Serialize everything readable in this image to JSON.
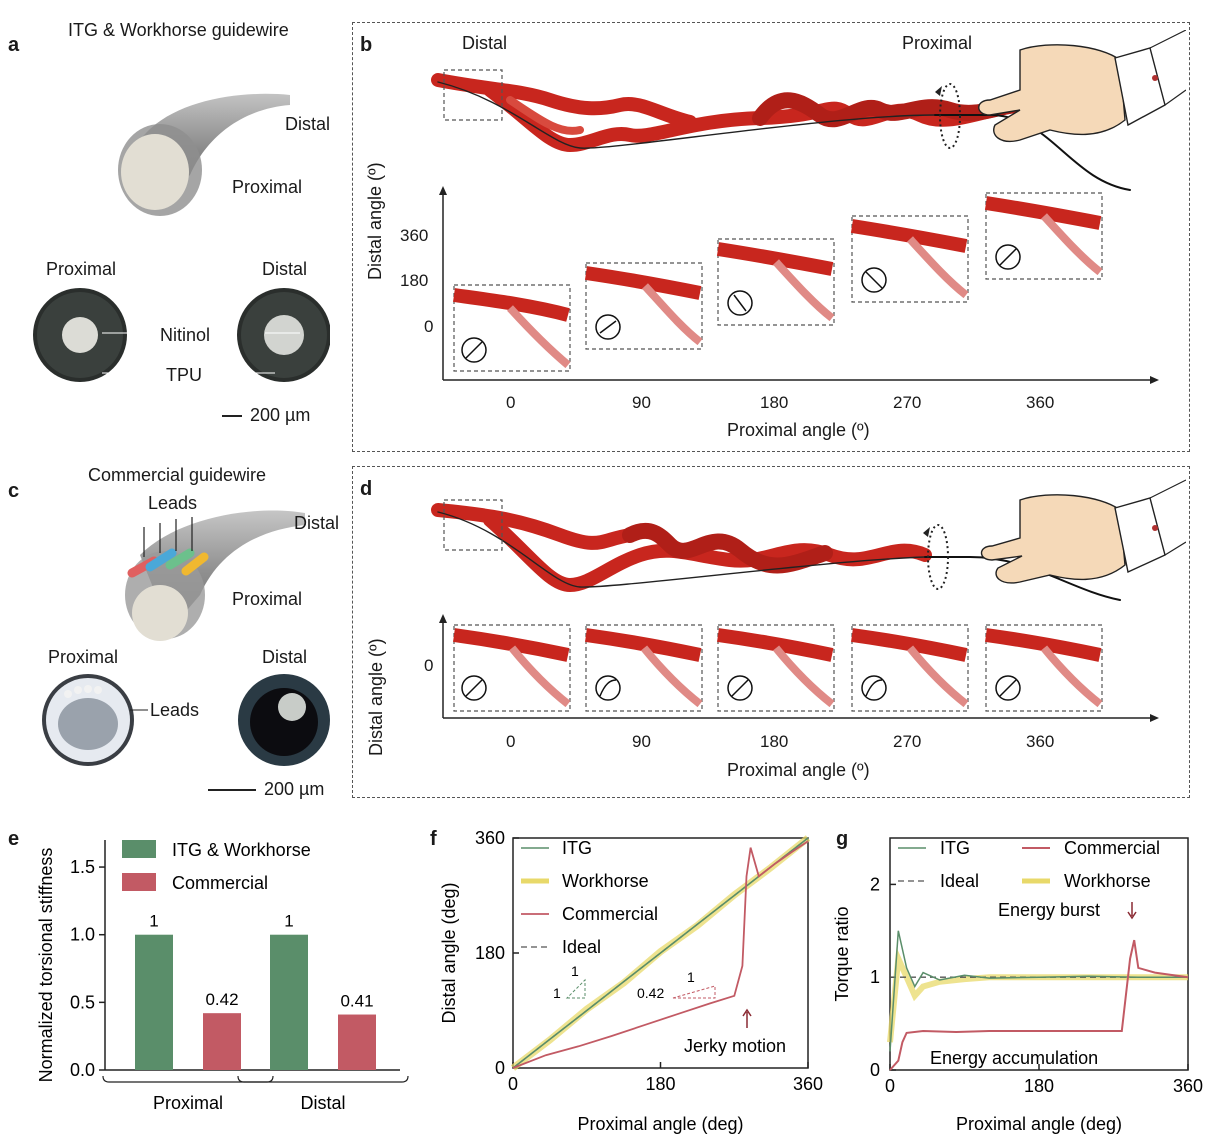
{
  "panel_a": {
    "letter": "a",
    "title": "ITG & Workhorse guidewire",
    "label_distal": "Distal",
    "label_proximal": "Proximal",
    "cross_proximal": "Proximal",
    "cross_distal": "Distal",
    "nitinol": "Nitinol",
    "tpu": "TPU",
    "scale": "200 µm"
  },
  "panel_b": {
    "letter": "b",
    "distal": "Distal",
    "proximal": "Proximal",
    "ylabel": "Distal angle (º)",
    "xlabel": "Proximal angle (º)",
    "yticks": [
      "360",
      "180",
      "0"
    ],
    "xticks": [
      "0",
      "90",
      "180",
      "270",
      "360"
    ]
  },
  "panel_c": {
    "letter": "c",
    "title": "Commercial guidewire",
    "leads": "Leads",
    "label_distal": "Distal",
    "label_proximal": "Proximal",
    "cross_proximal": "Proximal",
    "cross_distal": "Distal",
    "leads2": "Leads",
    "scale": "200 µm"
  },
  "panel_d": {
    "letter": "d",
    "ylabel": "Distal angle (º)",
    "xlabel": "Proximal angle (º)",
    "yticks": [
      "0"
    ],
    "xticks": [
      "0",
      "90",
      "180",
      "270",
      "360"
    ]
  },
  "panel_e": {
    "letter": "e"
  },
  "panel_f": {
    "letter": "f",
    "slope1_top": "1",
    "slope1_side": "1",
    "slope2_top": "1",
    "slope2_side": "0.42",
    "annotation": "Jerky motion"
  },
  "panel_g": {
    "letter": "g",
    "annotation_burst": "Energy burst",
    "annotation_accum": "Energy accumulation"
  },
  "colors": {
    "itg": "#5a8e6a",
    "commercial": "#c25a64",
    "workhorse": "#e8d96a",
    "vessel": "#c8261e"
  },
  "chart_data": [
    {
      "type": "bar",
      "ylabel": "Normalized torsional stiffness",
      "categories": [
        "Proximal",
        "Distal"
      ],
      "series": [
        {
          "name": "ITG & Workhorse",
          "values": [
            1,
            1
          ]
        },
        {
          "name": "Commercial",
          "values": [
            0.42,
            0.41
          ]
        }
      ],
      "data_labels": [
        "1",
        "0.42",
        "1",
        "0.41"
      ],
      "yticks": [
        "0.0",
        "0.5",
        "1.0",
        "1.5"
      ],
      "ylim": [
        0,
        1.7
      ],
      "legend": "top-left"
    },
    {
      "type": "line",
      "xlabel": "Proximal angle (deg)",
      "ylabel": "Distal angle (deg)",
      "xticks": [
        "0",
        "180",
        "360"
      ],
      "yticks": [
        "0",
        "180",
        "360"
      ],
      "xlim": [
        0,
        360
      ],
      "ylim": [
        0,
        360
      ],
      "legend": "top-left",
      "series": [
        {
          "name": "ITG",
          "x": [
            0,
            45,
            90,
            135,
            180,
            225,
            270,
            315,
            360
          ],
          "y": [
            0,
            45,
            90,
            135,
            180,
            225,
            270,
            315,
            360
          ]
        },
        {
          "name": "Workhorse",
          "x": [
            0,
            45,
            90,
            135,
            180,
            225,
            270,
            315,
            360
          ],
          "y": [
            0,
            44,
            92,
            133,
            182,
            223,
            271,
            314,
            360
          ]
        },
        {
          "name": "Commercial",
          "x": [
            0,
            40,
            80,
            120,
            160,
            200,
            240,
            270,
            280,
            285,
            290,
            300,
            320,
            340,
            360
          ],
          "y": [
            0,
            20,
            34,
            50,
            67,
            84,
            101,
            113,
            160,
            300,
            345,
            300,
            320,
            338,
            355
          ]
        },
        {
          "name": "Ideal",
          "x": [
            0,
            360
          ],
          "y": [
            0,
            360
          ]
        }
      ]
    },
    {
      "type": "line",
      "xlabel": "Proximal angle (deg)",
      "ylabel": "Torque ratio",
      "xticks": [
        "0",
        "180",
        "360"
      ],
      "yticks": [
        "0",
        "1",
        "2"
      ],
      "xlim": [
        0,
        360
      ],
      "ylim": [
        0,
        2.5
      ],
      "legend": "top",
      "series": [
        {
          "name": "ITG",
          "x": [
            0,
            10,
            20,
            30,
            40,
            60,
            90,
            120,
            180,
            240,
            300,
            360
          ],
          "y": [
            0.2,
            1.5,
            1.1,
            0.9,
            1.05,
            0.97,
            1.02,
            0.99,
            1.0,
            1.01,
            1.0,
            1.0
          ]
        },
        {
          "name": "Commercial",
          "x": [
            0,
            10,
            15,
            20,
            40,
            80,
            120,
            180,
            240,
            280,
            290,
            295,
            300,
            320,
            360
          ],
          "y": [
            0,
            0.1,
            0.3,
            0.4,
            0.42,
            0.41,
            0.42,
            0.42,
            0.42,
            0.42,
            1.2,
            1.4,
            1.1,
            1.05,
            1.0
          ]
        },
        {
          "name": "Ideal",
          "x": [
            0,
            360
          ],
          "y": [
            1,
            1
          ]
        },
        {
          "name": "Workhorse",
          "x": [
            0,
            10,
            20,
            30,
            40,
            60,
            90,
            120,
            180,
            240,
            300,
            360
          ],
          "y": [
            0.3,
            1.2,
            1.0,
            0.8,
            0.9,
            0.95,
            0.98,
            1.0,
            1.0,
            1.0,
            1.0,
            1.0
          ]
        }
      ]
    }
  ]
}
